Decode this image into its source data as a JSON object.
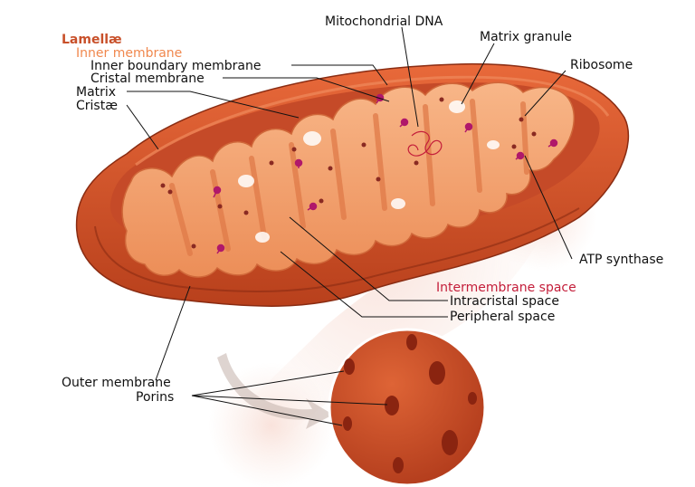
{
  "labels": {
    "lamellae": "Lamellæ",
    "inner_membrane": "Inner membrane",
    "inner_boundary_membrane": "Inner boundary membrane",
    "cristal_membrane": "Cristal membrane",
    "matrix": "Matrix",
    "cristae": "Cristæ",
    "mitochondrial_dna": "Mitochondrial DNA",
    "matrix_granule": "Matrix granule",
    "ribosome": "Ribosome",
    "atp_synthase": "ATP synthase",
    "intermembrane_space": "Intermembrane space",
    "intracristal_space": "Intracristal space",
    "peripheral_space": "Peripheral space",
    "outer_membrane": "Outer membrane",
    "porins": "Porins"
  },
  "colors": {
    "lamellae": "#c8502a",
    "inner_membrane": "#f0884e",
    "intermembrane_space": "#c41e3a",
    "label_text": "#111111",
    "outer_membrane": "#d2542a",
    "outer_membrane_dark": "#a83a1a",
    "cristae": "#f4a373",
    "cristae_shade": "#e07a48",
    "interior": "#c64828",
    "zoom_circle": "#c94a28",
    "porin": "#8a2410"
  }
}
